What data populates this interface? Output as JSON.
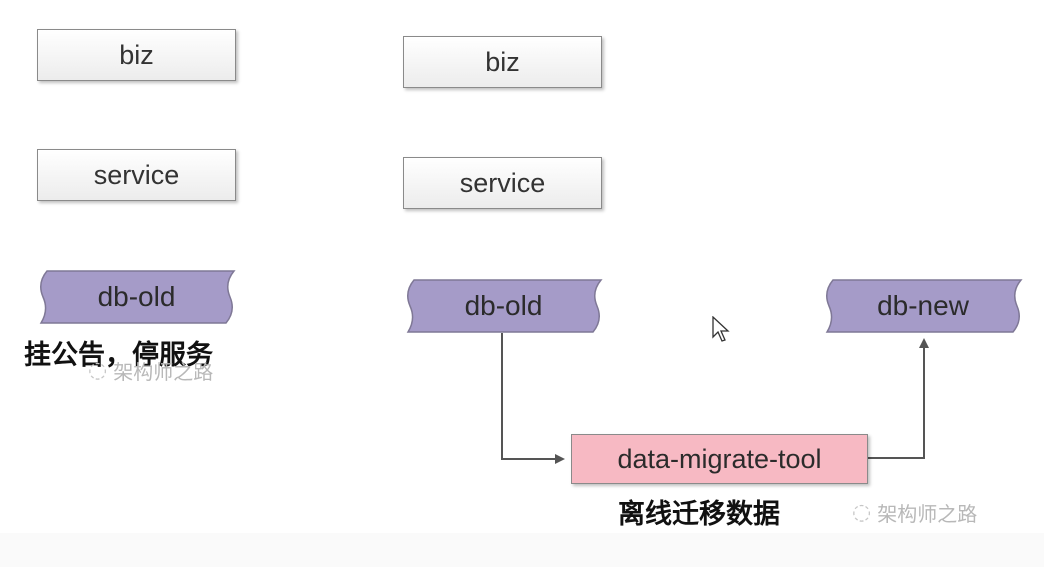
{
  "left": {
    "biz_label": "biz",
    "service_label": "service",
    "db_label": "db-old",
    "caption": "挂公告，停服务"
  },
  "right": {
    "biz_label": "biz",
    "service_label": "service",
    "db_old_label": "db-old",
    "db_new_label": "db-new",
    "tool_label": "data-migrate-tool",
    "caption": "离线迁移数据"
  },
  "watermarks": [
    "架构师之路",
    "架构师之路"
  ],
  "colors": {
    "db_fill": "#a59bc8",
    "tool_fill": "#f7b9c3",
    "box_border": "#8a8a8a",
    "arrow": "#555555"
  }
}
